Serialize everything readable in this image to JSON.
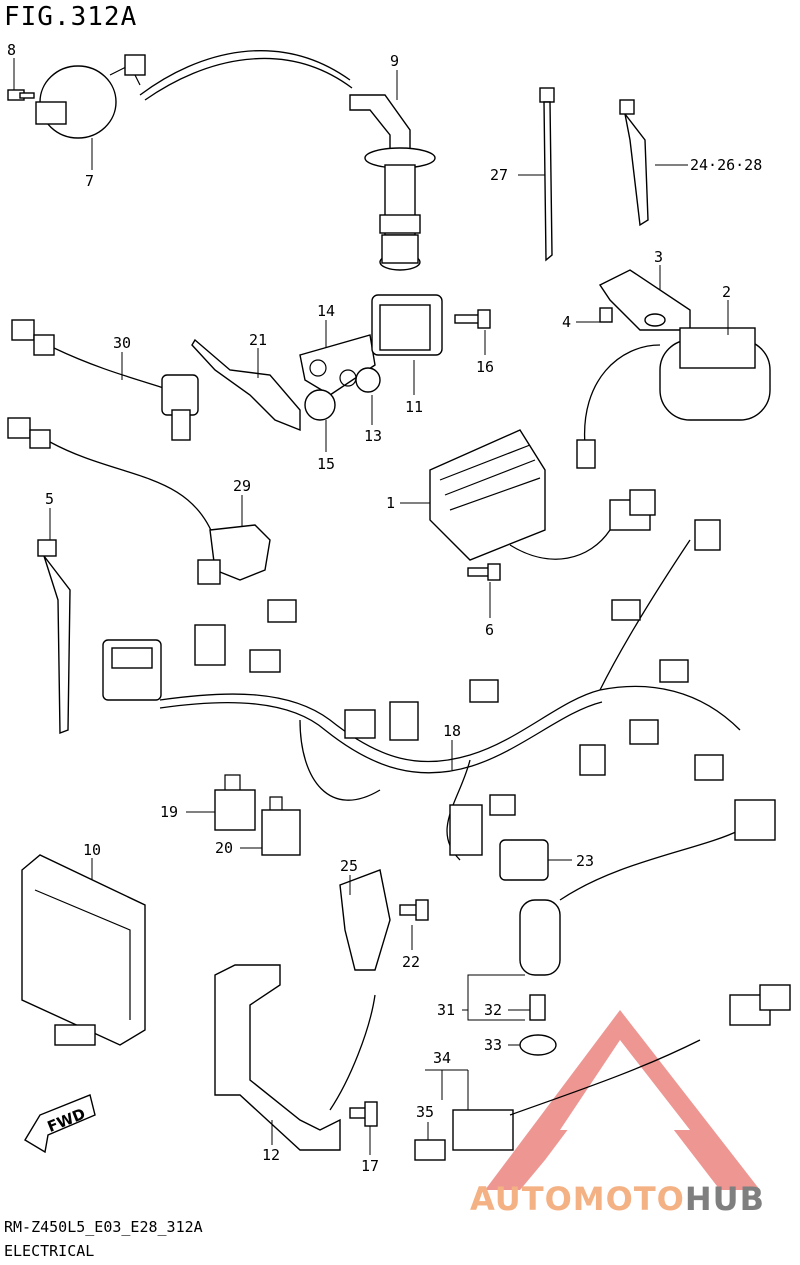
{
  "figure": {
    "title": "FIG.312A"
  },
  "footer": {
    "code": "RM-Z450L5_E03_E28_312A",
    "section": "ELECTRICAL"
  },
  "fwd_label": "FWD",
  "watermark": {
    "part1": "AUTOMOTO",
    "part2": "HUB",
    "color1": "#f4b183",
    "color2": "#7f7f7f",
    "logo_color": "#e8736e"
  },
  "callouts": [
    {
      "id": "c1",
      "label": "1"
    },
    {
      "id": "c2",
      "label": "2"
    },
    {
      "id": "c3",
      "label": "3"
    },
    {
      "id": "c4",
      "label": "4"
    },
    {
      "id": "c5",
      "label": "5"
    },
    {
      "id": "c6",
      "label": "6"
    },
    {
      "id": "c7",
      "label": "7"
    },
    {
      "id": "c8",
      "label": "8"
    },
    {
      "id": "c9",
      "label": "9"
    },
    {
      "id": "c10",
      "label": "10"
    },
    {
      "id": "c11",
      "label": "11"
    },
    {
      "id": "c12",
      "label": "12"
    },
    {
      "id": "c13",
      "label": "13"
    },
    {
      "id": "c14",
      "label": "14"
    },
    {
      "id": "c15",
      "label": "15"
    },
    {
      "id": "c16",
      "label": "16"
    },
    {
      "id": "c17",
      "label": "17"
    },
    {
      "id": "c18",
      "label": "18"
    },
    {
      "id": "c19",
      "label": "19"
    },
    {
      "id": "c20",
      "label": "20"
    },
    {
      "id": "c21",
      "label": "21"
    },
    {
      "id": "c22",
      "label": "22"
    },
    {
      "id": "c23",
      "label": "23"
    },
    {
      "id": "c24",
      "label": "24·26·28"
    },
    {
      "id": "c25",
      "label": "25"
    },
    {
      "id": "c27",
      "label": "27"
    },
    {
      "id": "c29",
      "label": "29"
    },
    {
      "id": "c30",
      "label": "30"
    },
    {
      "id": "c31",
      "label": "31"
    },
    {
      "id": "c32",
      "label": "32"
    },
    {
      "id": "c33",
      "label": "33"
    },
    {
      "id": "c34",
      "label": "34"
    },
    {
      "id": "c35",
      "label": "35"
    }
  ]
}
